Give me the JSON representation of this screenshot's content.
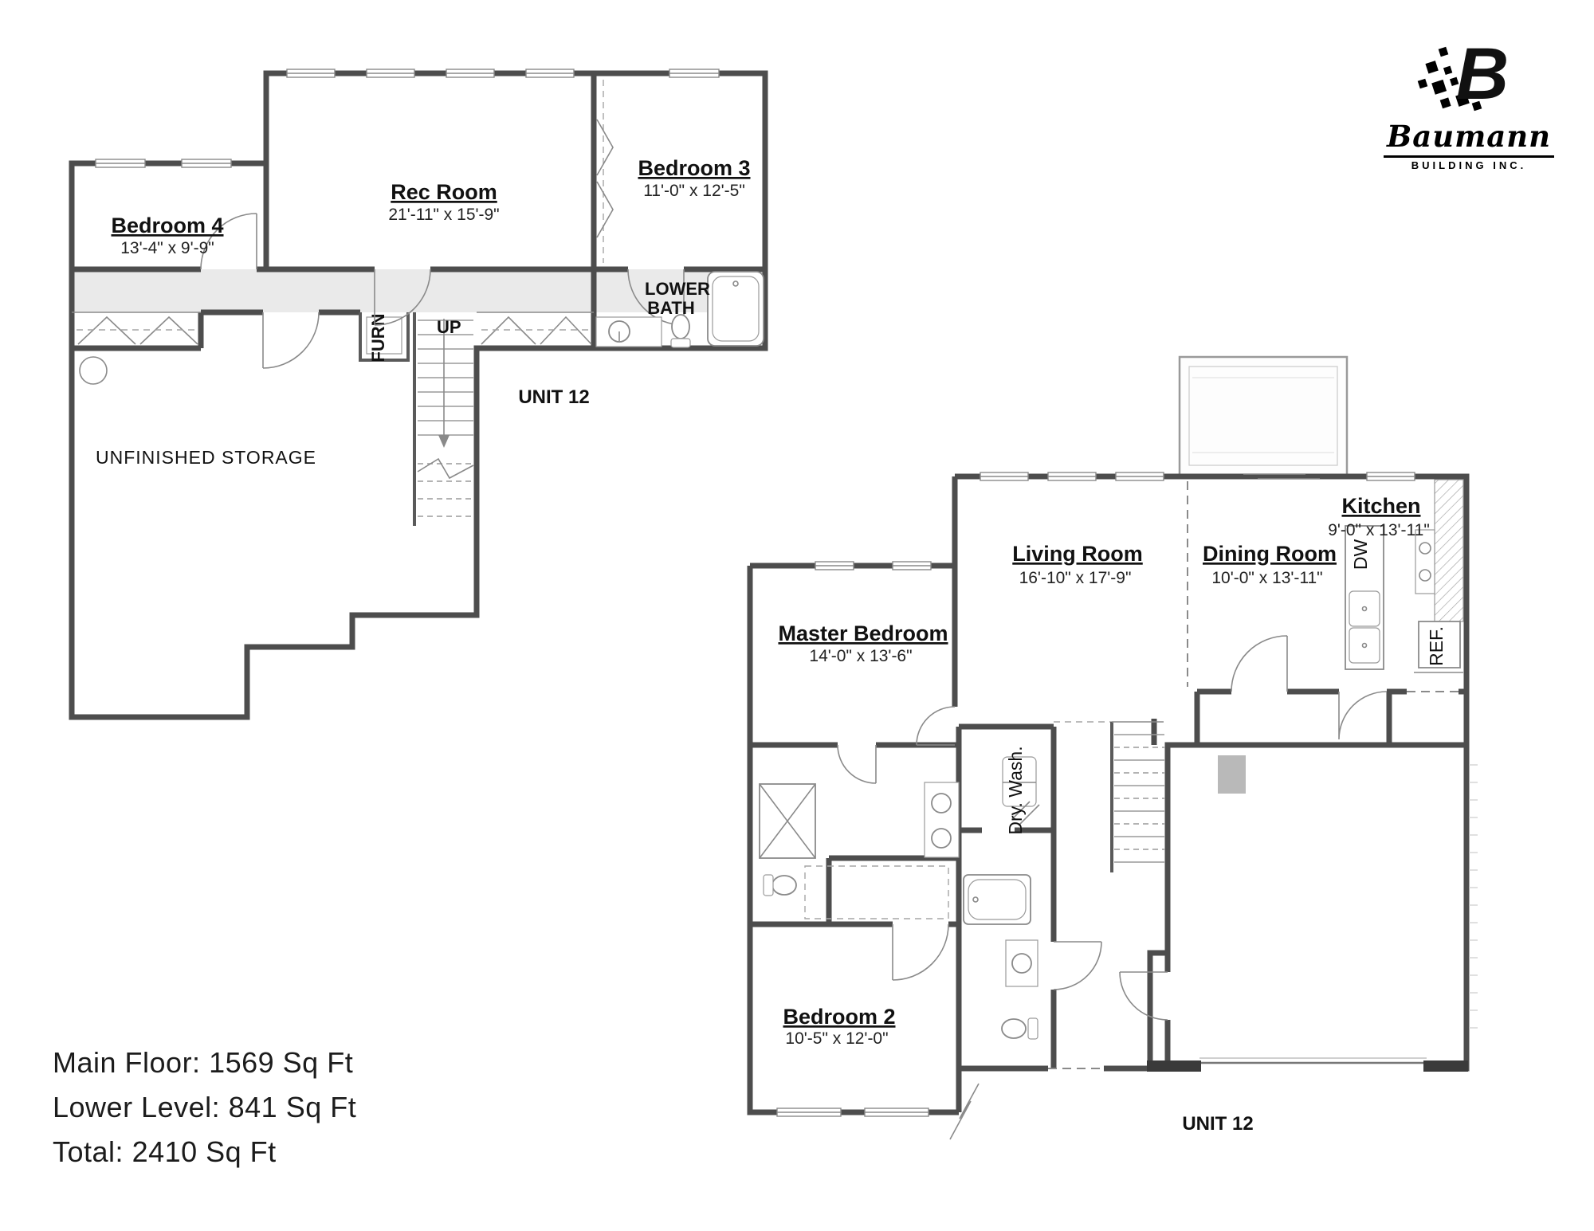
{
  "logo": {
    "initial": "B",
    "brand": "Baumann",
    "tagline": "BUILDING INC."
  },
  "area_summary": [
    {
      "label": "Main Floor:",
      "value": "1569 Sq Ft"
    },
    {
      "label": "Lower Level:",
      "value": "841 Sq Ft"
    },
    {
      "label": "Total:",
      "value": "2410 Sq Ft"
    }
  ],
  "lower_level": {
    "unit": "UNIT 12",
    "rooms": {
      "bedroom4": {
        "name": "Bedroom 4",
        "dims": "13'-4\" x 9'-9\""
      },
      "rec_room": {
        "name": "Rec Room",
        "dims": "21'-11\" x 15'-9\""
      },
      "bedroom3": {
        "name": "Bedroom 3",
        "dims": "11'-0\" x 12'-5\""
      }
    },
    "labels": {
      "bath_line1": "LOWER",
      "bath_line2": "BATH",
      "furnace": "FURN",
      "up": "UP",
      "storage": "UNFINISHED STORAGE"
    }
  },
  "main_floor": {
    "unit": "UNIT 12",
    "rooms": {
      "master": {
        "name": "Master Bedroom",
        "dims": "14'-0\" x 13'-6\""
      },
      "living": {
        "name": "Living Room",
        "dims": "16'-10\" x 17'-9\""
      },
      "dining": {
        "name": "Dining Room",
        "dims": "10'-0\" x 13'-11\""
      },
      "kitchen": {
        "name": "Kitchen",
        "dims": "9'-0\" x 13'-11\""
      },
      "bedroom2": {
        "name": "Bedroom 2",
        "dims": "10'-5\" x 12'-0\""
      }
    },
    "labels": {
      "dishwasher": "DW",
      "refrigerator": "REF.",
      "laundry": "Dry. Wash."
    }
  }
}
